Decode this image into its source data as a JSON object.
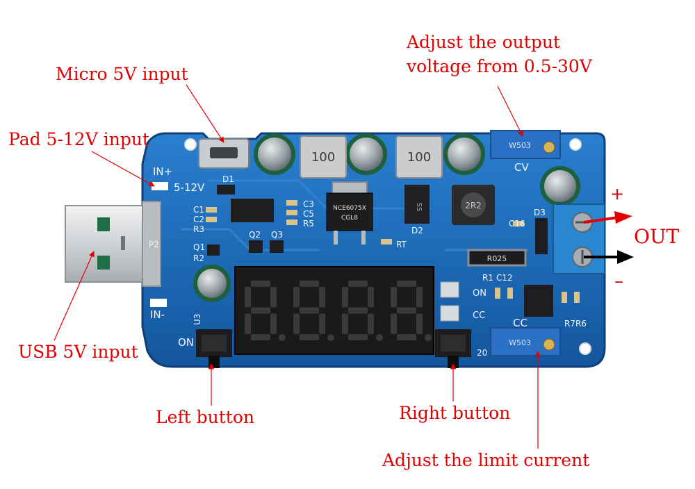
{
  "callouts": {
    "adjust_output_line1": "Adjust the output",
    "adjust_output_line2": "voltage from 0.5-30V",
    "micro_input": "Micro 5V input",
    "pad_input": "Pad 5-12V input",
    "usb_input": "USB 5V input",
    "left_button": "Left button",
    "right_button": "Right button",
    "adjust_limit_current": "Adjust the limit current",
    "out": "OUT",
    "plus": "+",
    "minus": "–"
  },
  "silkscreen": {
    "in_plus": "IN+",
    "in_minus": "IN-",
    "v_range": "5-12V",
    "d1": "D1",
    "d2": "D2",
    "d3": "D3",
    "c1": "C1",
    "c2": "C2",
    "c3": "C3",
    "c5": "C5",
    "c16": "C16",
    "r3": "R3",
    "r5": "R5",
    "r2": "R2",
    "q1": "Q1",
    "q2": "Q2",
    "q3": "Q3",
    "rt": "RT",
    "p2": "P2",
    "u3": "U3",
    "on": "ON",
    "on_led": "ON",
    "cc_led": "CC",
    "cc": "CC",
    "cv": "CV",
    "r1": "R1",
    "c12": "C12",
    "r7r6": "R7R6",
    "z0": "20",
    "inductor1": "100",
    "inductor2": "100",
    "pot_top": "W503",
    "pot_bottom": "W503",
    "mosfet": "NCE6075X",
    "mosfet_sub": "CGL8",
    "resistor": "R025",
    "small_inductor": "2R2",
    "diode": "SS",
    "display_digits": [
      "8.",
      "8.",
      "8.",
      "8."
    ]
  },
  "colors": {
    "board": "#1c68b8",
    "board_edge": "#0f3e78",
    "callout": "#e00000",
    "terminal": "#2a86cf",
    "display": "#1a1a1a",
    "segment": "#3a3a3a"
  }
}
